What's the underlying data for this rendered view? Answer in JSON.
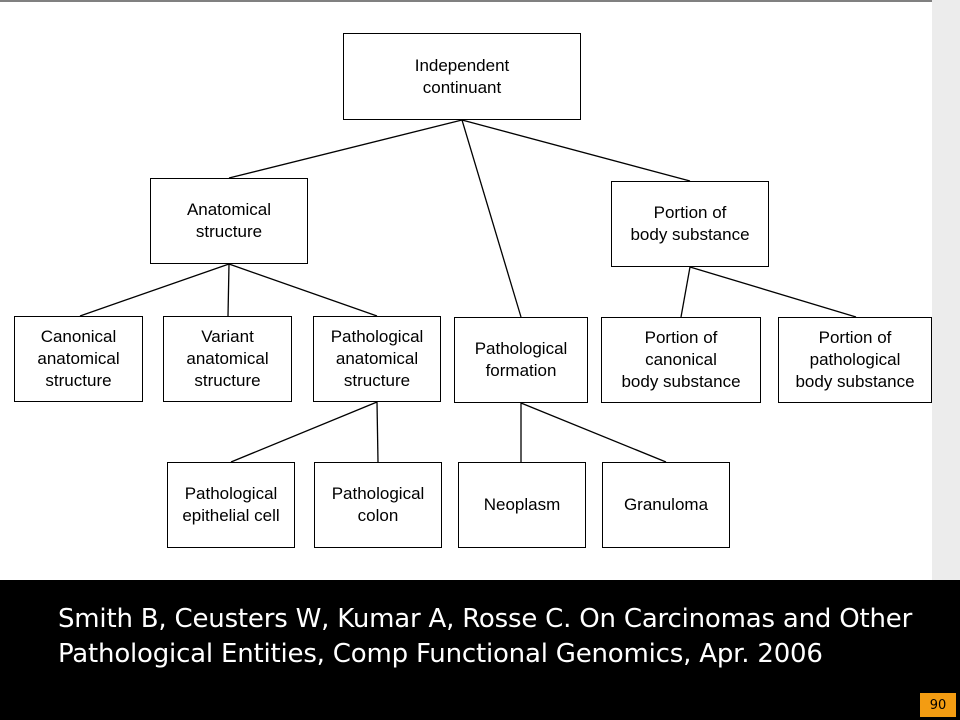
{
  "diagram": {
    "nodes": {
      "independent_continuant": "Independent\ncontinuant",
      "anatomical_structure": "Anatomical\nstructure",
      "portion_of_body_substance": "Portion of\nbody substance",
      "canonical_anatomical_structure": "Canonical\nanatomical\nstructure",
      "variant_anatomical_structure": "Variant\nanatomical\nstructure",
      "pathological_anatomical_structure": "Pathological\nanatomical\nstructure",
      "pathological_formation": "Pathological\nformation",
      "portion_of_canonical_body_substance": "Portion of\ncanonical\nbody substance",
      "portion_of_pathological_body_substance": "Portion of\npathological\nbody substance",
      "pathological_epithelial_cell": "Pathological\nepithelial cell",
      "pathological_colon": "Pathological\ncolon",
      "neoplasm": "Neoplasm",
      "granuloma": "Granuloma"
    }
  },
  "citation": "Smith B, Ceusters W, Kumar A, Rosse C. On Carcinomas and Other Pathological Entities, Comp Functional Genomics, Apr. 2006",
  "slide_number": "90"
}
